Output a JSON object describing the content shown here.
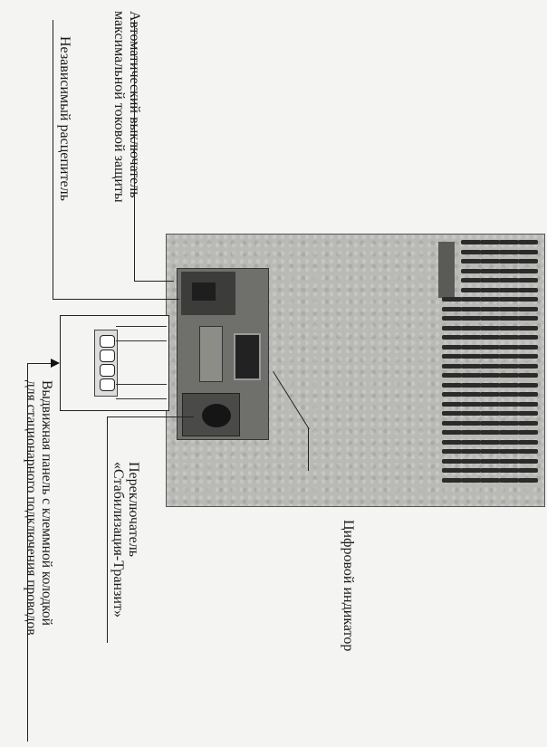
{
  "labels": {
    "breaker": {
      "line1": "Автоматический выключатель",
      "line2": "максимальной токовой защиты"
    },
    "shunt_trip": "Независимый расцепитель",
    "switch": {
      "line1": "Переключатель",
      "line2": "«Стабилизация-Транзит»"
    },
    "terminal_panel": {
      "line1": "Выдвижная панель с клеммной колодкой",
      "line2": "для стационарного подключения проводов"
    },
    "indicator": "Цифровой индикатор"
  },
  "colors": {
    "device_body": "#b9b9b6",
    "text": "#1a1a1a"
  }
}
